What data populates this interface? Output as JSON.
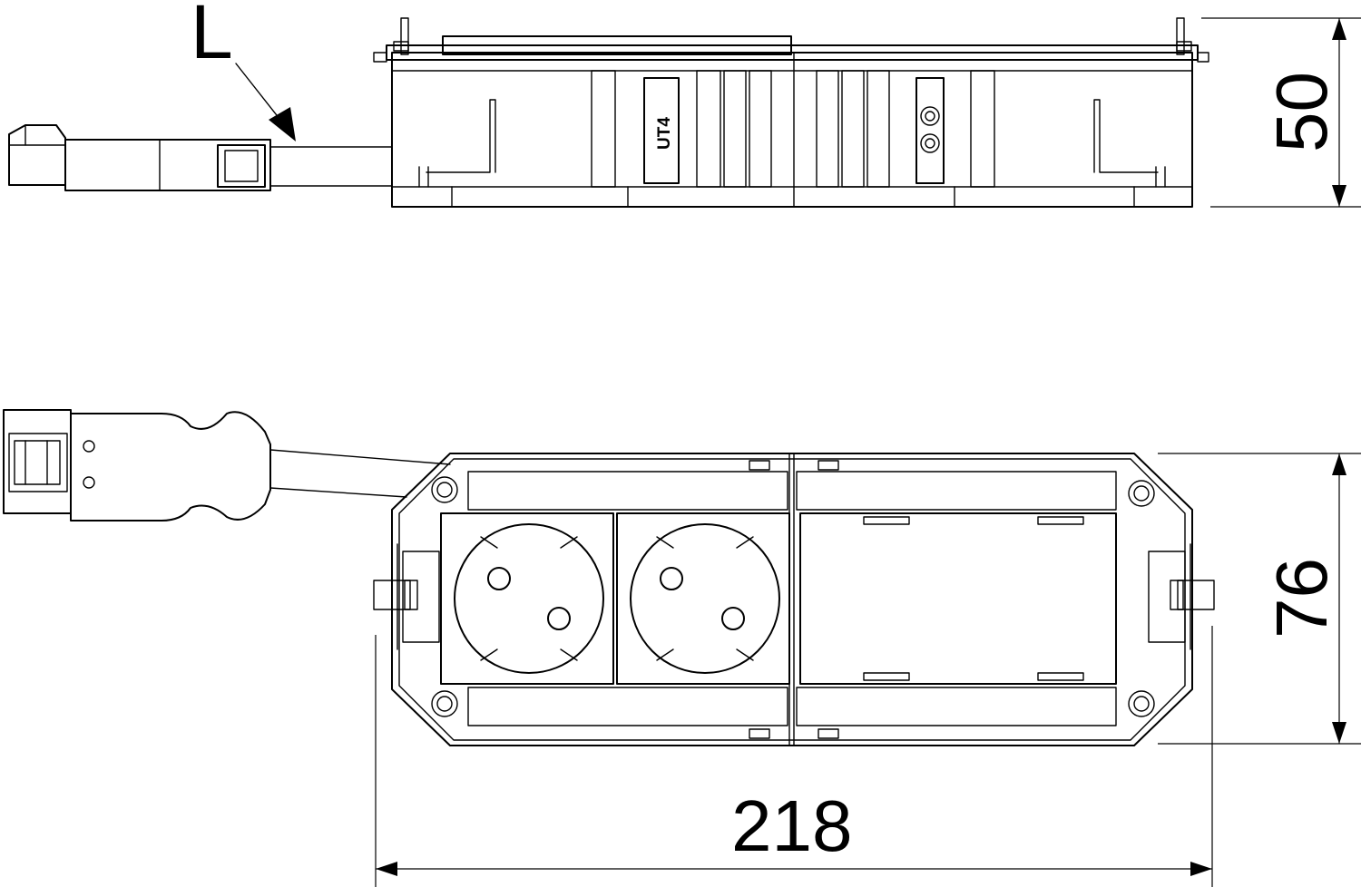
{
  "labels": {
    "cable_length": "L",
    "module_label": "UT4"
  },
  "dimensions": {
    "height": "50",
    "depth": "76",
    "width": "218"
  },
  "icons": [
    "rj45-connector-icon",
    "schuko-socket-icon",
    "arrow-icon"
  ],
  "colors": {
    "line": "#000000",
    "background": "#ffffff"
  }
}
